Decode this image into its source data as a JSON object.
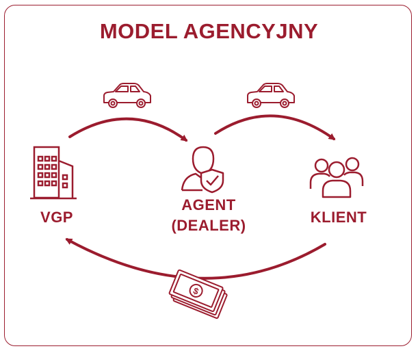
{
  "title": "MODEL AGENCYJNY",
  "colors": {
    "accent": "#9b1c2e"
  },
  "nodes": {
    "vgp": {
      "label": "VGP",
      "icon": "office-building-icon"
    },
    "agent": {
      "label_line1": "AGENT",
      "label_line2": "(DEALER)",
      "icon": "agent-with-shield-icon"
    },
    "klient": {
      "label": "KLIENT",
      "icon": "group-of-people-icon"
    }
  },
  "flows": [
    {
      "from": "VGP",
      "to": "AGENT (DEALER)",
      "icon": "car-icon"
    },
    {
      "from": "AGENT (DEALER)",
      "to": "KLIENT",
      "icon": "car-icon"
    },
    {
      "from": "KLIENT",
      "to": "VGP",
      "icon": "money-stack-icon"
    }
  ]
}
